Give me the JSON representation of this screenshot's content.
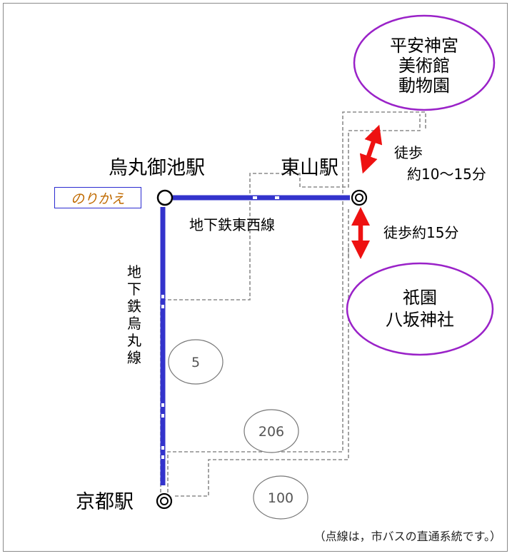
{
  "stations": {
    "karasuma_oike": "烏丸御池駅",
    "higashiyama": "東山駅",
    "kyoto": "京都駅"
  },
  "lines": {
    "tozai": "地下鉄東西線",
    "karasuma": "地下鉄烏丸線"
  },
  "transfer_label": "のりかえ",
  "walk": {
    "to_heian_line1": "徒歩",
    "to_heian_line2": "約10〜15分",
    "to_gion": "徒歩約15分"
  },
  "destinations": {
    "heian": [
      "平安神宮",
      "美術館",
      "動物園"
    ],
    "gion": [
      "祇園",
      "八坂神社"
    ]
  },
  "bus_routes": [
    "5",
    "206",
    "100"
  ],
  "note": "（点線は，市バスの直通系統です。）",
  "colors": {
    "subway_line": "#3333cc",
    "walk_arrow": "#ee1111",
    "destination_ellipse": "#9a22c8",
    "bus_dash": "#8c8c8c"
  }
}
